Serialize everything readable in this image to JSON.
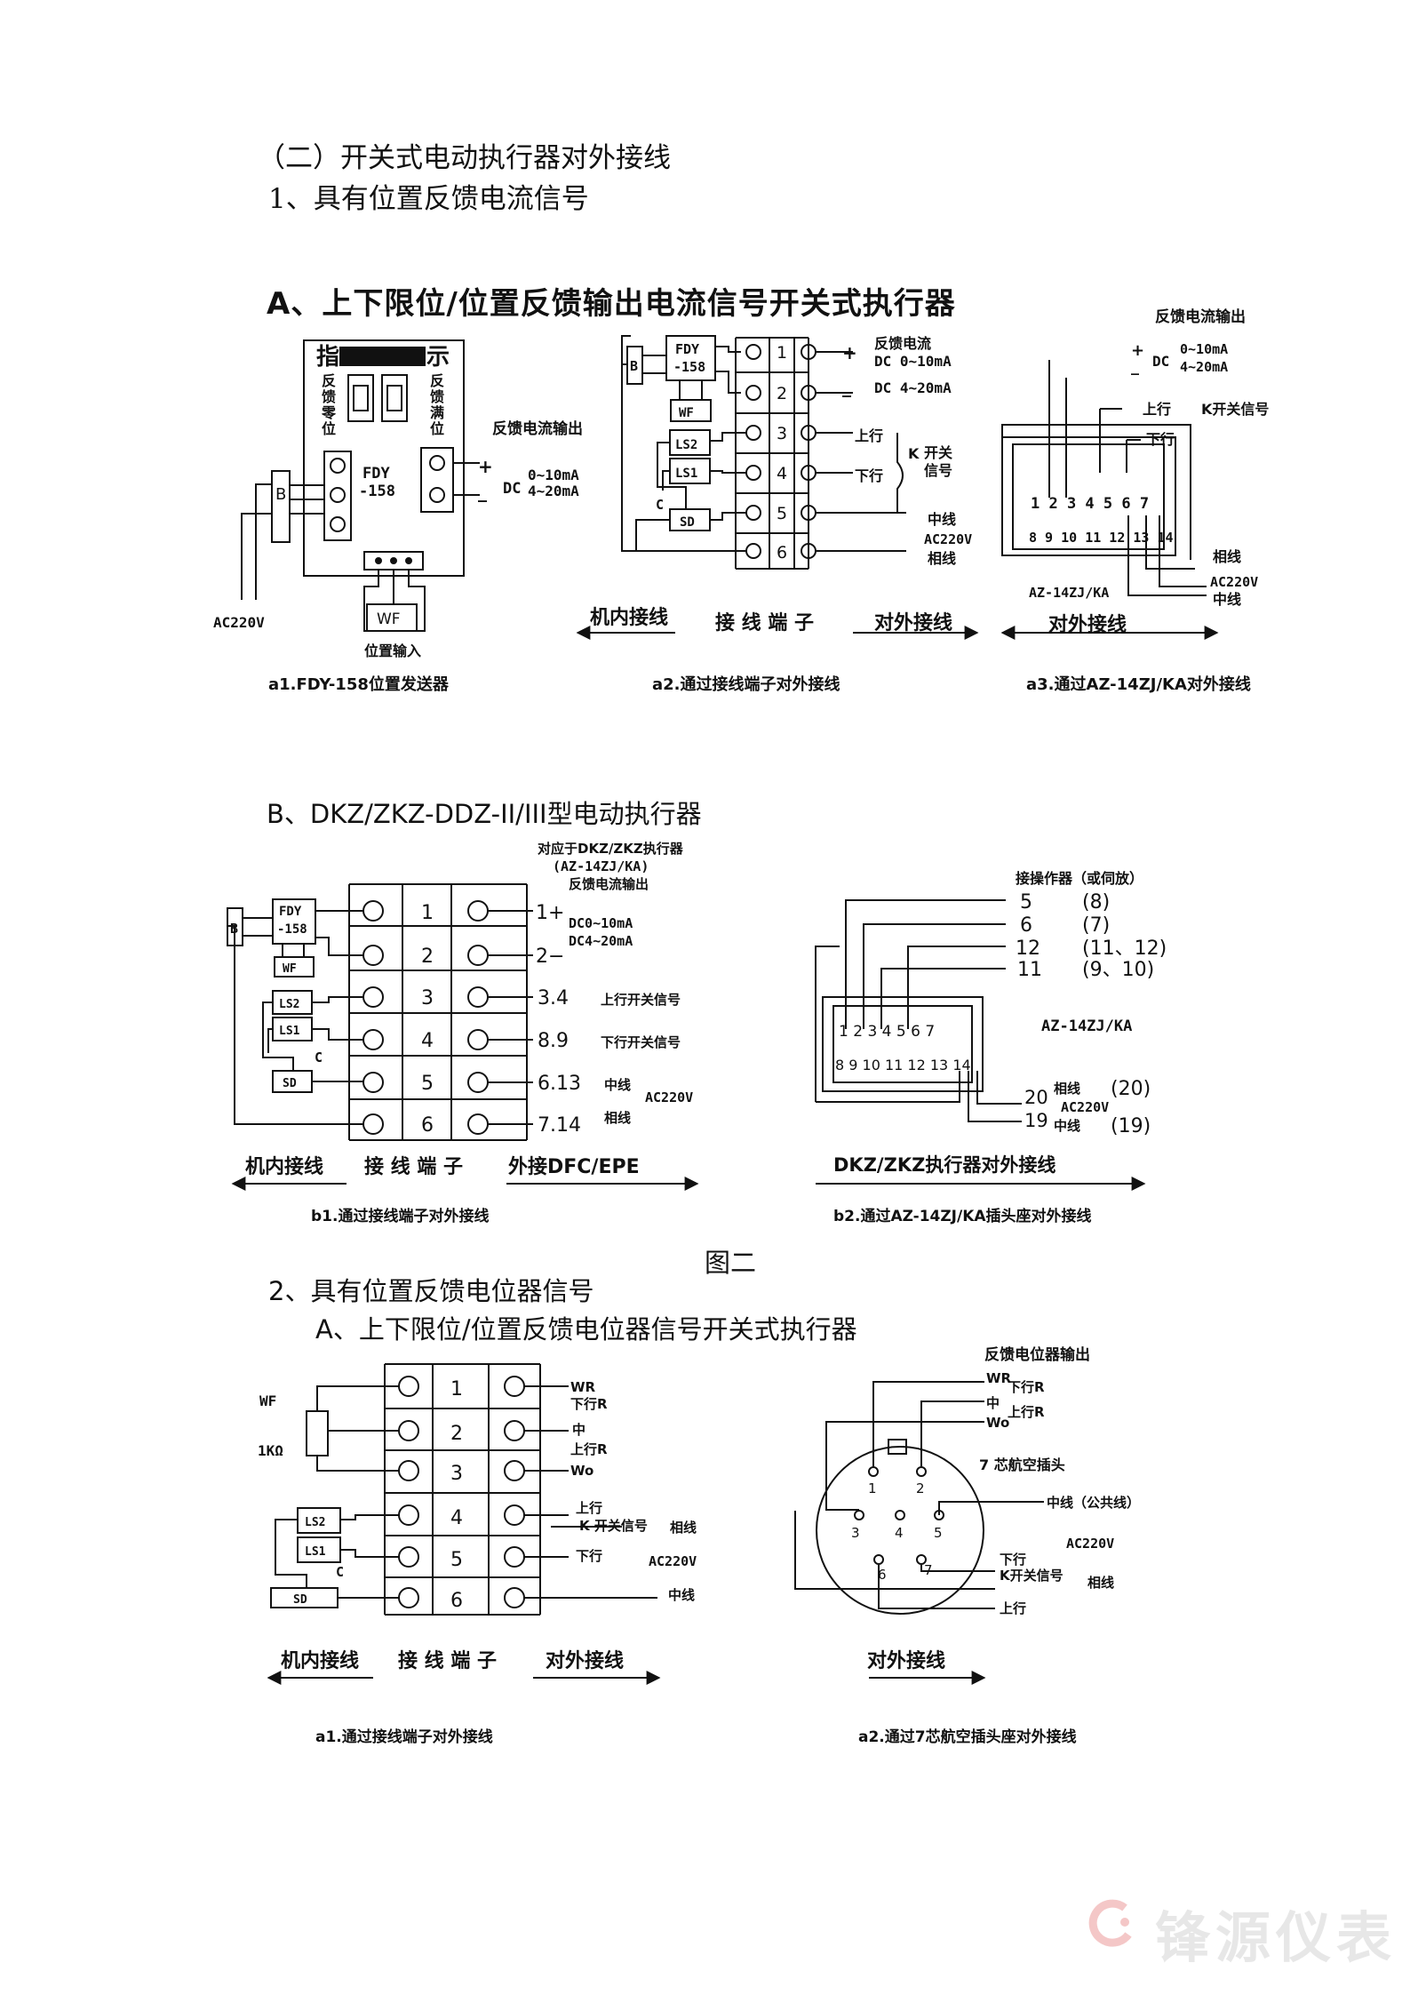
{
  "headings": {
    "h1": "（二）开关式电动执行器对外接线",
    "h2": "1、具有位置反馈电流信号",
    "secA": "A、上下限位/位置反馈输出电流信号开关式执行器",
    "secB": "B、DKZ/ZKZ-DDZ-II/III型电动执行器",
    "fig2": "图二",
    "h3": "2、具有位置反馈电位器信号",
    "secA2": "A、上下限位/位置反馈电位器信号开关式执行器"
  },
  "a1": {
    "zhi": "指",
    "shi": "示",
    "left_col": [
      "反",
      "馈",
      "零",
      "位"
    ],
    "right_col": [
      "反",
      "馈",
      "满",
      "位"
    ],
    "fdy1": "FDY",
    "fdy2": "-158",
    "b": "B",
    "feedback_out": "反馈电流输出",
    "plus": "+",
    "minus": "_",
    "dc": "DC",
    "range1": "0~10mA",
    "range2": "4~20mA",
    "wf": "WF",
    "pos_in": "位置输入",
    "ac": "AC220V",
    "caption": "a1.FDY-158位置发送器"
  },
  "a2": {
    "b": "B",
    "fdy1": "FDY",
    "fdy2": "-158",
    "wf": "WF",
    "ls2": "LS2",
    "ls1": "LS1",
    "c": "C",
    "sd": "SD",
    "terms": [
      "1",
      "2",
      "3",
      "4",
      "5",
      "6"
    ],
    "plus": "+",
    "minus": "_",
    "fb1": "反馈电流",
    "fb2": "DC 0~10mA",
    "fb3": "DC 4~20mA",
    "up": "上行",
    "down": "下行",
    "k": "K",
    "kw1": "开关",
    "kw2": "信号",
    "neutral": "中线",
    "ac": "AC220V",
    "phase": "相线",
    "left_arrow": "机内接线",
    "mid": "接 线 端 子",
    "right_arrow": "对外接线",
    "caption": "a2.通过接线端子对外接线"
  },
  "a3": {
    "feedback_out": "反馈电流输出",
    "plus": "+",
    "minus": "_",
    "dc": "DC",
    "range1": "0~10mA",
    "range2": "4~20mA",
    "up": "上行",
    "down": "下行",
    "k_sig": "K开关信号",
    "pins_top": "1 2 3 4 5 6 7",
    "pins_bot": "8 9 10 11 12 13 14",
    "phase": "相线",
    "ac": "AC220V",
    "neutral": "中线",
    "model": "AZ-14ZJ/KA",
    "ext": "对外接线",
    "caption": "a3.通过AZ-14ZJ/KA对外接线"
  },
  "b1": {
    "note1": "对应于DKZ/ZKZ执行器",
    "note2": "(AZ-14ZJ/KA)",
    "note3": "反馈电流输出",
    "b": "B",
    "fdy1": "FDY",
    "fdy2": "-158",
    "wf": "WF",
    "ls2": "LS2",
    "ls1": "LS1",
    "c": "C",
    "sd": "SD",
    "terms": [
      "1",
      "2",
      "3",
      "4",
      "5",
      "6"
    ],
    "outs": [
      "1+",
      "2−",
      "3.4",
      "8.9",
      "6.13",
      "7.14"
    ],
    "dc1": "DC0~10mA",
    "dc2": "DC4~20mA",
    "up_sig": "上行开关信号",
    "down_sig": "下行开关信号",
    "neutral": "中线",
    "ac": "AC220V",
    "phase": "相线",
    "left_arrow": "机内接线",
    "mid": "接 线 端 子",
    "right_arrow": "外接DFC/EPE",
    "caption": "b1.通过接线端子对外接线"
  },
  "b2": {
    "op": "接操作器（或伺放）",
    "rows": [
      {
        "a": "5",
        "b": "(8)"
      },
      {
        "a": "6",
        "b": "(7)"
      },
      {
        "a": "12",
        "b": "(11、12)"
      },
      {
        "a": "11",
        "b": "(9、10)"
      }
    ],
    "pins_top": "1 2 3 4 5 6 7",
    "pins_bot": "8 9 10 11 12 13 14",
    "model": "AZ-14ZJ/KA",
    "n20": "20",
    "n19": "19",
    "phase": "相线",
    "ac": "AC220V",
    "neutral": "中线",
    "p20": "(20)",
    "p19": "(19)",
    "arrow": "DKZ/ZKZ执行器对外接线",
    "caption": "b2.通过AZ-14ZJ/KA插头座对外接线"
  },
  "c1": {
    "wf": "WF",
    "ohm": "1KΩ",
    "terms": [
      "1",
      "2",
      "3",
      "4",
      "5",
      "6"
    ],
    "wr": "WR",
    "down_r": "下行R",
    "mid": "中",
    "up_r": "上行R",
    "wo": "Wo",
    "up": "上行",
    "k_sig": "K 开关信号",
    "phase": "相线",
    "down": "下行",
    "ac": "AC220V",
    "neutral": "中线",
    "ls2": "LS2",
    "ls1": "LS1",
    "c": "C",
    "sd": "SD",
    "left_arrow": "机内接线",
    "mid_label": "接 线 端 子",
    "right_arrow": "对外接线",
    "caption": "a1.通过接线端子对外接线"
  },
  "c2": {
    "fb_out": "反馈电位器输出",
    "wr": "WR",
    "down_r": "下行R",
    "mid": "中",
    "up_r": "上行R",
    "wo": "Wo",
    "plug": "7 芯航空插头",
    "pins": [
      "1",
      "2",
      "3",
      "4",
      "5",
      "6",
      "7"
    ],
    "neutral_common": "中线（公共线）",
    "ac": "AC220V",
    "down": "下行",
    "k_sig": "K开关信号",
    "phase": "相线",
    "up": "上行",
    "ext": "对外接线",
    "caption": "a2.通过7芯航空插头座对外接线"
  },
  "watermark": "锋源仪表"
}
